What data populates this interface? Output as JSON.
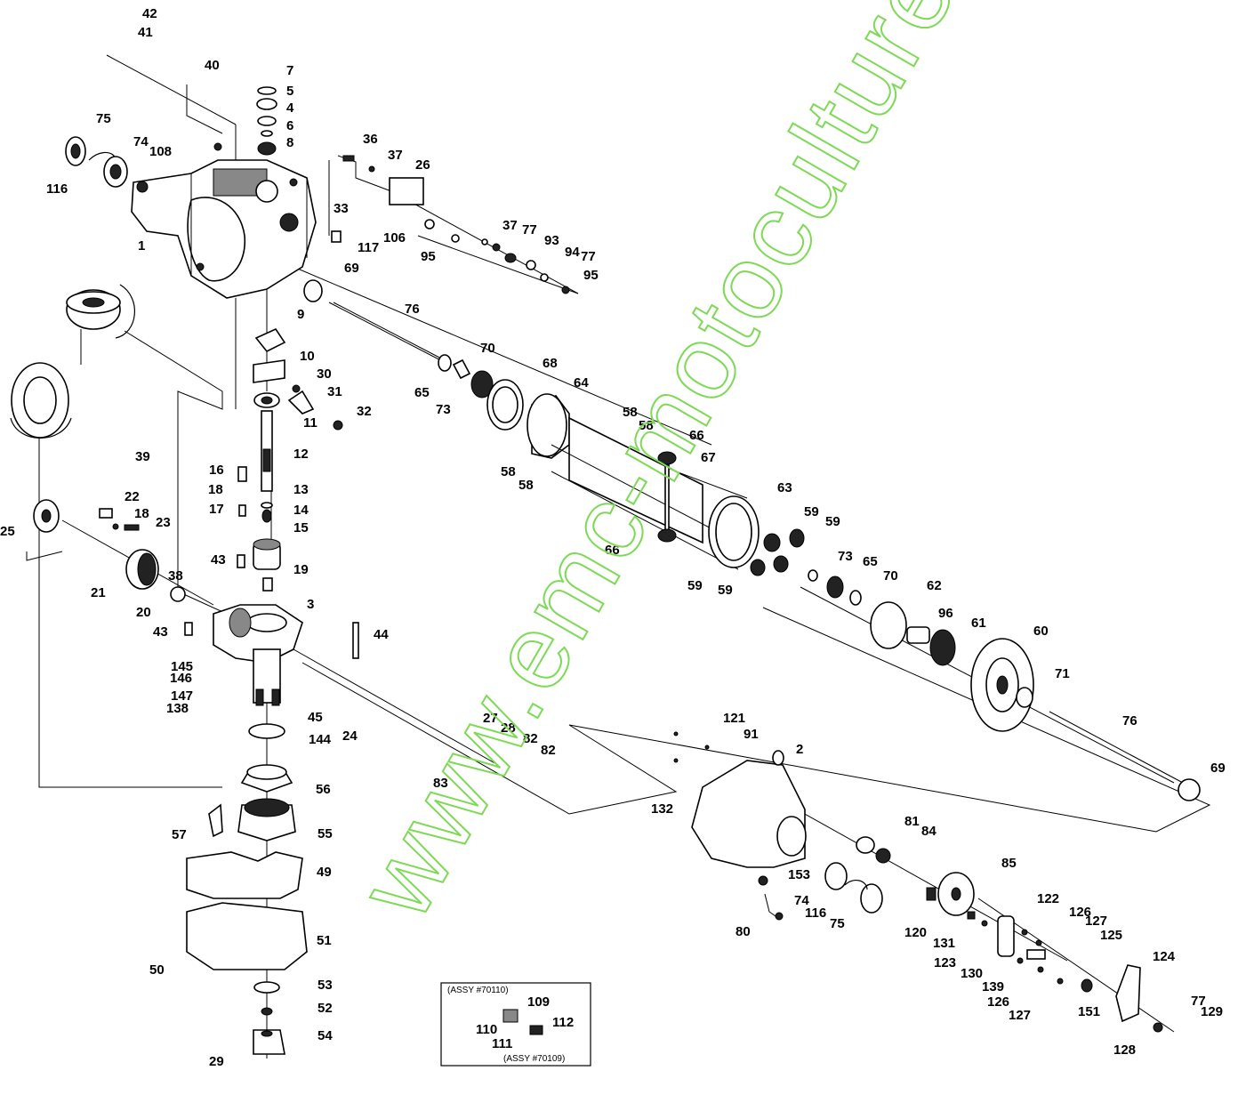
{
  "watermark": "www.emc-motoculture.com",
  "inset_box": {
    "assy_top": "(ASSY #70110)",
    "assy_bottom": "(ASSY #70109)",
    "labels": [
      "109",
      "110",
      "112",
      "111"
    ]
  },
  "callouts": [
    "42",
    "41",
    "40",
    "7",
    "5",
    "4",
    "6",
    "8",
    "75",
    "74",
    "108",
    "116",
    "1",
    "36",
    "37",
    "26",
    "33",
    "106",
    "117",
    "95",
    "37",
    "77",
    "93",
    "94",
    "77",
    "95",
    "69",
    "76",
    "9",
    "10",
    "30",
    "31",
    "32",
    "11",
    "70",
    "68",
    "64",
    "65",
    "73",
    "58",
    "58",
    "58",
    "58",
    "66",
    "67",
    "63",
    "59",
    "59",
    "59",
    "59",
    "66",
    "73",
    "65",
    "70",
    "62",
    "96",
    "61",
    "60",
    "71",
    "76",
    "69",
    "39",
    "12",
    "16",
    "18",
    "17",
    "13",
    "14",
    "15",
    "22",
    "18",
    "23",
    "25",
    "43",
    "19",
    "21",
    "38",
    "20",
    "3",
    "43",
    "44",
    "145",
    "146",
    "147",
    "138",
    "45",
    "144",
    "24",
    "27",
    "28",
    "82",
    "82",
    "83",
    "56",
    "57",
    "55",
    "49",
    "51",
    "50",
    "53",
    "52",
    "54",
    "29",
    "121",
    "91",
    "2",
    "132",
    "81",
    "84",
    "153",
    "74",
    "85",
    "116",
    "75",
    "80",
    "120",
    "122",
    "126",
    "127",
    "125",
    "131",
    "123",
    "130",
    "139",
    "124",
    "126",
    "127",
    "151",
    "77",
    "129",
    "128"
  ]
}
